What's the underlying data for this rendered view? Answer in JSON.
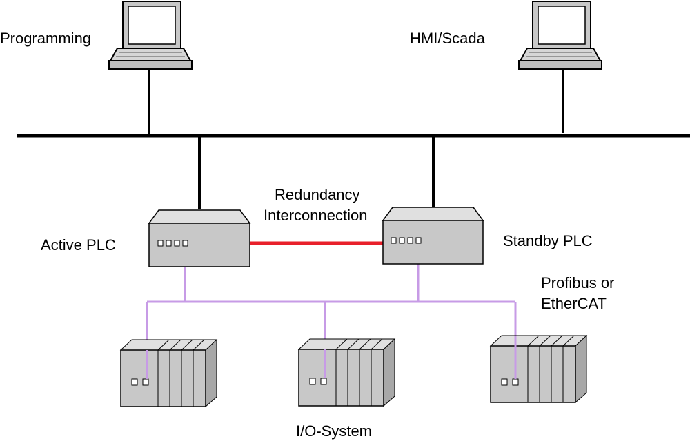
{
  "labels": {
    "programming": "Programming",
    "hmi_scada": "HMI/Scada",
    "redundancy_line1": "Redundancy",
    "redundancy_line2": "Interconnection",
    "active_plc": "Active PLC",
    "standby_plc": "Standby PLC",
    "fieldbus_line1": "Profibus or",
    "fieldbus_line2": "EtherCAT",
    "io_system": "I/O-System"
  },
  "colors": {
    "network_bus": "#000000",
    "redundancy_link": "#e8202a",
    "fieldbus": "#c79be6",
    "device_gray": "#c8c8c8"
  },
  "icons": {
    "computer": "laptop-icon",
    "plc": "plc-unit-icon",
    "io_rack": "io-rack-icon"
  }
}
